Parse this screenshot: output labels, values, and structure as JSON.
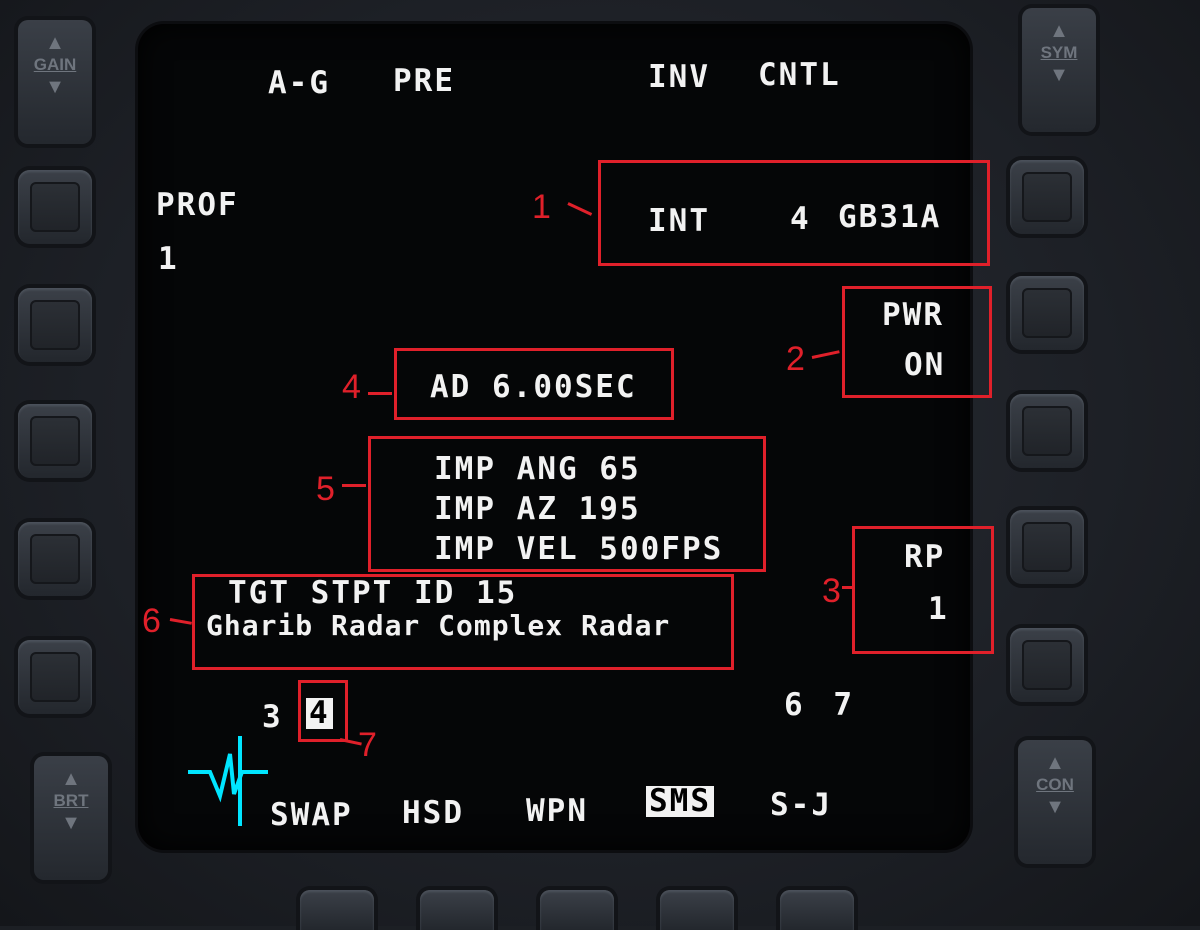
{
  "rockers": {
    "gain": "GAIN",
    "sym": "SYM",
    "brt": "BRT",
    "con": "CON"
  },
  "top": {
    "a_g": "A-G",
    "pre": "PRE",
    "inv": "INV",
    "cntl": "CNTL"
  },
  "left": {
    "prof": "PROF",
    "prof_value": "1",
    "stations_left": "3",
    "selected_station": "4"
  },
  "right": {
    "int": "INT",
    "int_qty": "4",
    "weapon": "GB31A",
    "pwr": "PWR",
    "pwr_state": "ON",
    "rp": "RP",
    "rp_value": "1",
    "stations_right": "6 7"
  },
  "center": {
    "ad": "AD 6.00SEC",
    "imp_ang": "IMP ANG 65",
    "imp_az": "IMP AZ 195",
    "imp_vel": "IMP VEL 500FPS",
    "tgt": "TGT STPT ID 15",
    "tgt_name": "Gharib Radar Complex Radar"
  },
  "bottom": {
    "swap": "SWAP",
    "hsd": "HSD",
    "wpn": "WPN",
    "sms": "SMS",
    "sj": "S-J"
  },
  "callouts": [
    "1",
    "2",
    "3",
    "4",
    "5",
    "6",
    "7"
  ],
  "colors": {
    "annotation": "#e0202a",
    "symbology": "#f2f2f2",
    "flight_icon": "#00e5ff"
  }
}
